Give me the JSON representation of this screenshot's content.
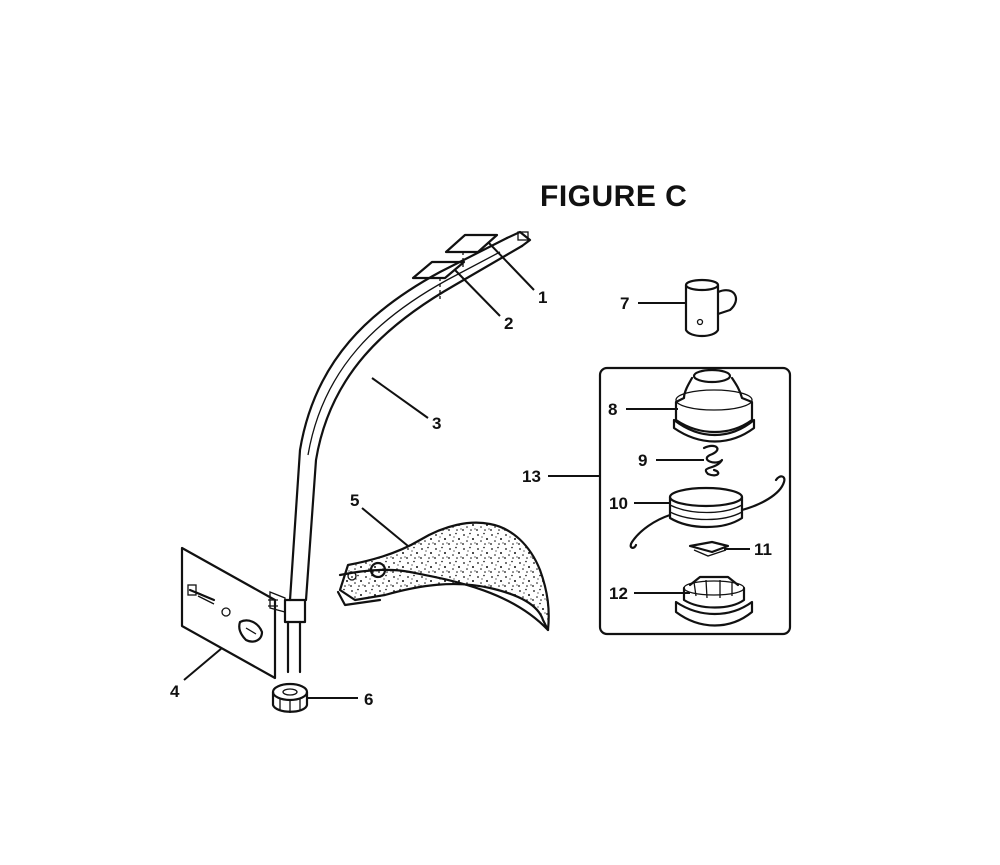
{
  "figure": {
    "title": "FIGURE C"
  },
  "callouts": {
    "c1": "1",
    "c2": "2",
    "c3": "3",
    "c4": "4",
    "c5": "5",
    "c6": "6",
    "c7": "7",
    "c8": "8",
    "c9": "9",
    "c10": "10",
    "c11": "11",
    "c12": "12",
    "c13": "13"
  },
  "parts": [
    {
      "id": "1",
      "icon": "label-decal-icon"
    },
    {
      "id": "2",
      "icon": "label-decal-icon"
    },
    {
      "id": "3",
      "icon": "curved-shaft-icon"
    },
    {
      "id": "4",
      "icon": "mounting-plate-icon"
    },
    {
      "id": "5",
      "icon": "grass-deflector-shield-icon"
    },
    {
      "id": "6",
      "icon": "knob-nut-icon"
    },
    {
      "id": "7",
      "icon": "locking-tool-icon"
    },
    {
      "id": "8",
      "icon": "spool-housing-icon"
    },
    {
      "id": "9",
      "icon": "spring-icon"
    },
    {
      "id": "10",
      "icon": "line-spool-icon"
    },
    {
      "id": "11",
      "icon": "eyelet-clip-icon"
    },
    {
      "id": "12",
      "icon": "spool-base-icon"
    },
    {
      "id": "13",
      "icon": "trimmer-head-assembly-icon"
    }
  ],
  "colors": {
    "ink": "#111111",
    "background": "#ffffff"
  }
}
